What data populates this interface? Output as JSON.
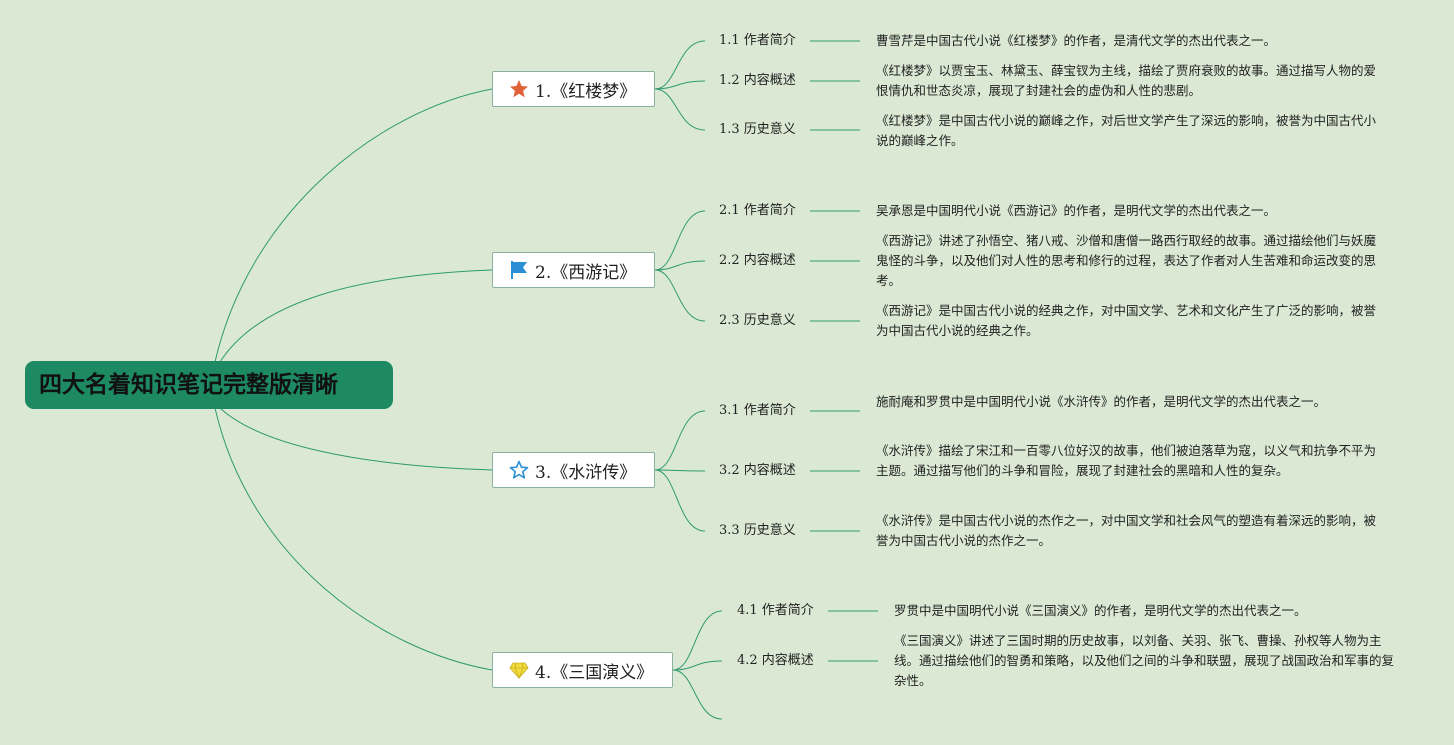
{
  "root": {
    "title": "四大名着知识笔记完整版清晰"
  },
  "colors": {
    "background": "#dbe9d4",
    "root_fill": "#1d8a63",
    "line": "#2f9a6d",
    "node_border": "#8ab0a0"
  },
  "branches": [
    {
      "label": "1.《红楼梦》",
      "icon": "star-filled-icon",
      "icon_color": "#e0623a",
      "items": [
        {
          "label": "1.1 作者简介",
          "text": "曹雪芹是中国古代小说《红楼梦》的作者，是清代文学的杰出代表之一。"
        },
        {
          "label": "1.2 内容概述",
          "text": "《红楼梦》以贾宝玉、林黛玉、薛宝钗为主线，描绘了贾府衰败的故事。通过描写人物的爱恨情仇和世态炎凉，展现了封建社会的虚伪和人性的悲剧。"
        },
        {
          "label": "1.3 历史意义",
          "text": "《红楼梦》是中国古代小说的巅峰之作，对后世文学产生了深远的影响，被誉为中国古代小说的巅峰之作。"
        }
      ]
    },
    {
      "label": "2.《西游记》",
      "icon": "flag-icon",
      "icon_color": "#2b8fd6",
      "items": [
        {
          "label": "2.1 作者简介",
          "text": "吴承恩是中国明代小说《西游记》的作者，是明代文学的杰出代表之一。"
        },
        {
          "label": "2.2 内容概述",
          "text": "《西游记》讲述了孙悟空、猪八戒、沙僧和唐僧一路西行取经的故事。通过描绘他们与妖魔鬼怪的斗争，以及他们对人性的思考和修行的过程，表达了作者对人生苦难和命运改变的思考。"
        },
        {
          "label": "2.3 历史意义",
          "text": "《西游记》是中国古代小说的经典之作，对中国文学、艺术和文化产生了广泛的影响，被誉为中国古代小说的经典之作。"
        }
      ]
    },
    {
      "label": "3.《水浒传》",
      "icon": "star-outline-icon",
      "icon_color": "#2b8fd6",
      "items": [
        {
          "label": "3.1 作者简介",
          "text": "施耐庵和罗贯中是中国明代小说《水浒传》的作者，是明代文学的杰出代表之一。"
        },
        {
          "label": "3.2 内容概述",
          "text": "《水浒传》描绘了宋江和一百零八位好汉的故事，他们被迫落草为寇，以义气和抗争不平为主题。通过描写他们的斗争和冒险，展现了封建社会的黑暗和人性的复杂。"
        },
        {
          "label": "3.3 历史意义",
          "text": "《水浒传》是中国古代小说的杰作之一，对中国文学和社会风气的塑造有着深远的影响，被誉为中国古代小说的杰作之一。"
        }
      ]
    },
    {
      "label": "4.《三国演义》",
      "icon": "diamond-icon",
      "icon_color": "#f2dc3c",
      "items": [
        {
          "label": "4.1 作者简介",
          "text": "罗贯中是中国明代小说《三国演义》的作者，是明代文学的杰出代表之一。"
        },
        {
          "label": "4.2 内容概述",
          "text": "《三国演义》讲述了三国时期的历史故事，以刘备、关羽、张飞、曹操、孙权等人物为主线。通过描绘他们的智勇和策略，以及他们之间的斗争和联盟，展现了战国政治和军事的复杂性。"
        }
      ]
    }
  ]
}
